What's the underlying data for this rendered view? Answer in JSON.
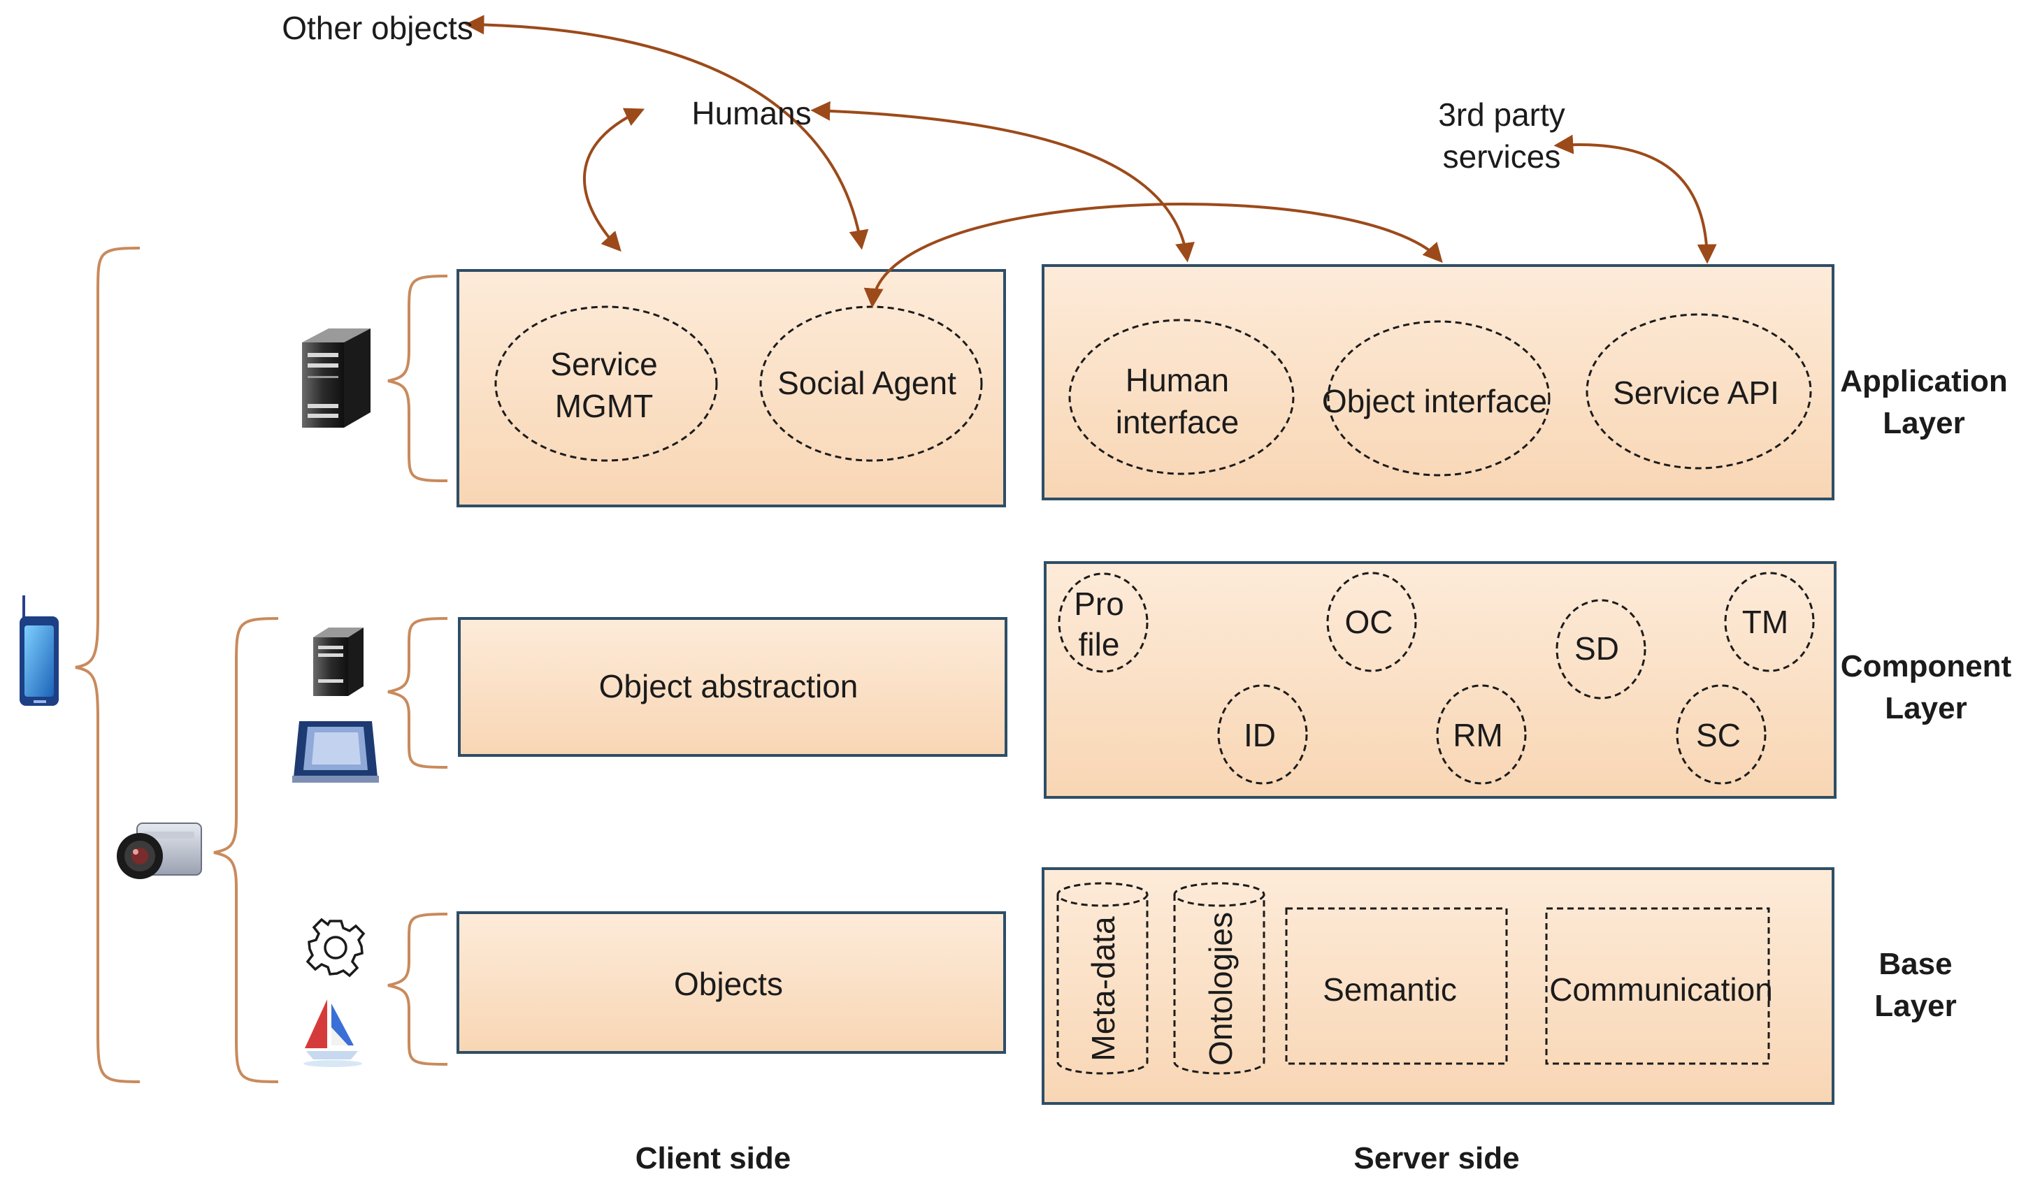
{
  "external": {
    "other_objects": "Other objects",
    "humans": "Humans",
    "third_party_line1": "3rd party",
    "third_party_line2": "services"
  },
  "client": {
    "application": {
      "service_mgmt_line1": "Service",
      "service_mgmt_line2": "MGMT",
      "social_agent": "Social Agent"
    },
    "component": {
      "object_abstraction": "Object abstraction"
    },
    "base": {
      "objects": "Objects"
    },
    "footer": "Client side"
  },
  "server": {
    "application": {
      "human_interface_line1": "Human",
      "human_interface_line2": "interface",
      "object_interface": "Object interface",
      "service_api": "Service API"
    },
    "component": {
      "profile_line1": "Pro",
      "profile_line2": "file",
      "oc": "OC",
      "sd": "SD",
      "tm": "TM",
      "id": "ID",
      "rm": "RM",
      "sc": "SC"
    },
    "base": {
      "meta_data": "Meta-data",
      "ontologies": "Ontologies",
      "semantic": "Semantic",
      "communication": "Communication"
    },
    "footer": "Server side"
  },
  "layers": {
    "application_line1": "Application",
    "application_line2": "Layer",
    "component_line1": "Component",
    "component_line2": "Layer",
    "base_line1": "Base",
    "base_line2": "Layer"
  },
  "colors": {
    "box_fill_top": "#fde9d6",
    "box_fill_bottom": "#f9d9b9",
    "box_border": "#2e4e66",
    "arrow": "#9c4a1a",
    "brace": "#c98a5c"
  },
  "icons": [
    "phone-icon",
    "camera-icon",
    "server-icon",
    "tablet-icon",
    "gear-icon",
    "sailboat-icon"
  ]
}
